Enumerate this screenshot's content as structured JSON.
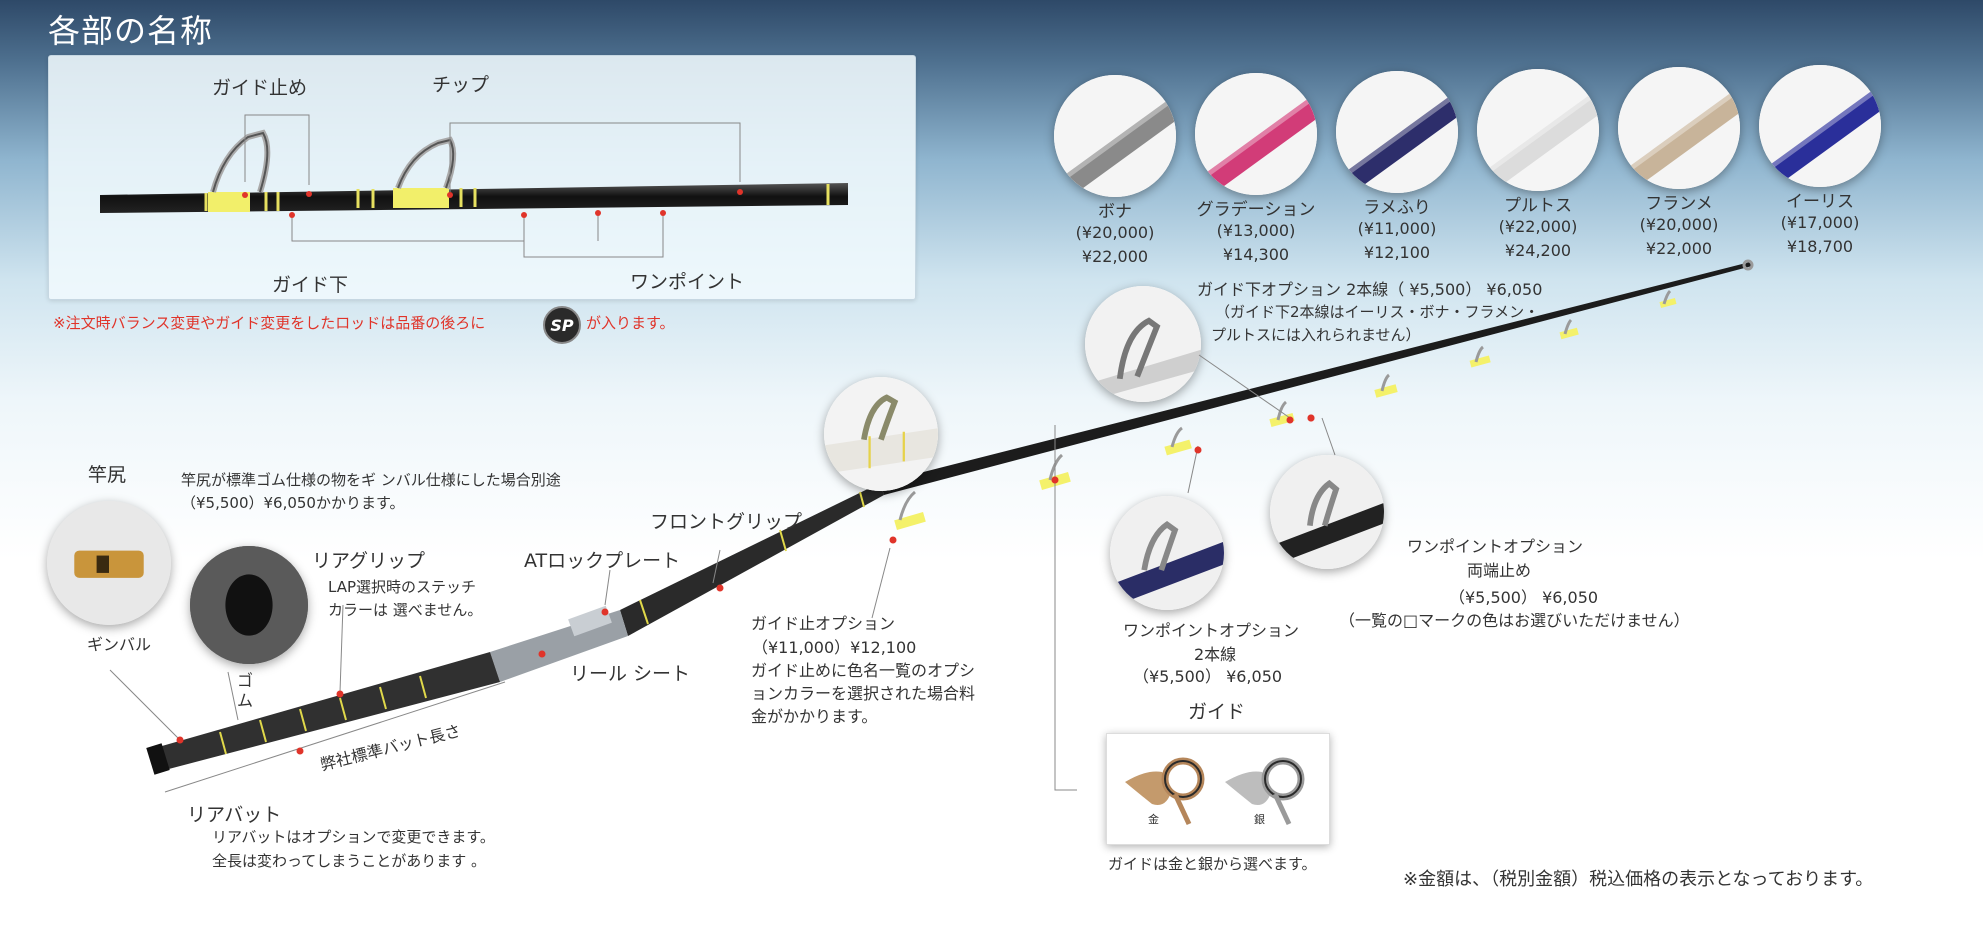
{
  "title": "各部の名称",
  "top_labels": {
    "guide_stop": "ガイド止め",
    "tip": "チップ",
    "guide_under": "ガイド下",
    "one_point": "ワンポイント"
  },
  "note_red": {
    "before": "※注文時バランス変更やガイド変更をしたロッドは品番の後ろに",
    "sp": "SP",
    "after": "が入ります。"
  },
  "swatches": [
    {
      "name": "ボナ",
      "base": "(¥20,000)",
      "price": "¥22,000",
      "color": "#8a8a8a"
    },
    {
      "name": "グラデーション",
      "base": "(¥13,000)",
      "price": "¥14,300",
      "color": "#d23c78"
    },
    {
      "name": "ラメふり",
      "base": "(¥11,000)",
      "price": "¥12,100",
      "color": "#2d2e6b"
    },
    {
      "name": "プルトス",
      "base": "(¥22,000)",
      "price": "¥24,200",
      "color": "#dcdcdc"
    },
    {
      "name": "フランメ",
      "base": "(¥20,000)",
      "price": "¥22,000",
      "color": "#c8b49a"
    },
    {
      "name": "イーリス",
      "base": "(¥17,000)",
      "price": "¥18,700",
      "color": "#2a2f9a"
    }
  ],
  "guide_under_option": {
    "line1": "ガイド下オプション 2本線（ ¥5,500） ¥6,050",
    "line2": "（ガイド下2本線はイーリス・ボナ・フラメン・",
    "line3": "プルトスには入れられません）"
  },
  "butt": {
    "label": "竿尻",
    "gimbal": "ギンバル",
    "rubber": "ゴム",
    "note_line1": "竿尻が標準ゴム仕様の物をギ ンバル仕様にした場合別途",
    "note_line2": "（¥5,500）¥6,050かかります。"
  },
  "rear_grip": {
    "label": "リアグリップ",
    "note_line1": "LAP選択時のステッチ",
    "note_line2": "カラーは 選べません。"
  },
  "at_lock_plate": "ATロックプレート",
  "front_grip": "フロントグリップ",
  "reel_seat": "リール シート",
  "standard_butt_length": "弊社標準バット長さ",
  "rear_butt": {
    "label": "リアバット",
    "note_line1": "リアバットはオプションで変更できます。",
    "note_line2": "全長は変わってしまうことがあります 。"
  },
  "guide_stop_option": {
    "line1": "ガイド止オプション",
    "line2": "（¥11,000）¥12,100",
    "line3": "ガイド止めに色名一覧のオプシ",
    "line4": "ョンカラーを選択された場合料",
    "line5": "金がかかります。"
  },
  "one_point_2lines": {
    "line1": "ワンポイントオプション",
    "line2": "2本線",
    "line3": "（¥5,500） ¥6,050"
  },
  "one_point_both": {
    "line1": "ワンポイントオプション",
    "line2": "両端止め",
    "line3": "（¥5,500） ¥6,050",
    "line4": "（一覧の□マークの色はお選びいただけません）"
  },
  "guide": {
    "label": "ガイド",
    "gold": "金",
    "silver": "銀",
    "note": "ガイドは金と銀から選べます。"
  },
  "footer_note": "※金額は、（税別金額）税込価格の表示となっております。",
  "colors": {
    "accent_red": "#e0342a",
    "thread_yellow": "#f4f16a",
    "rod_black": "#151515"
  }
}
